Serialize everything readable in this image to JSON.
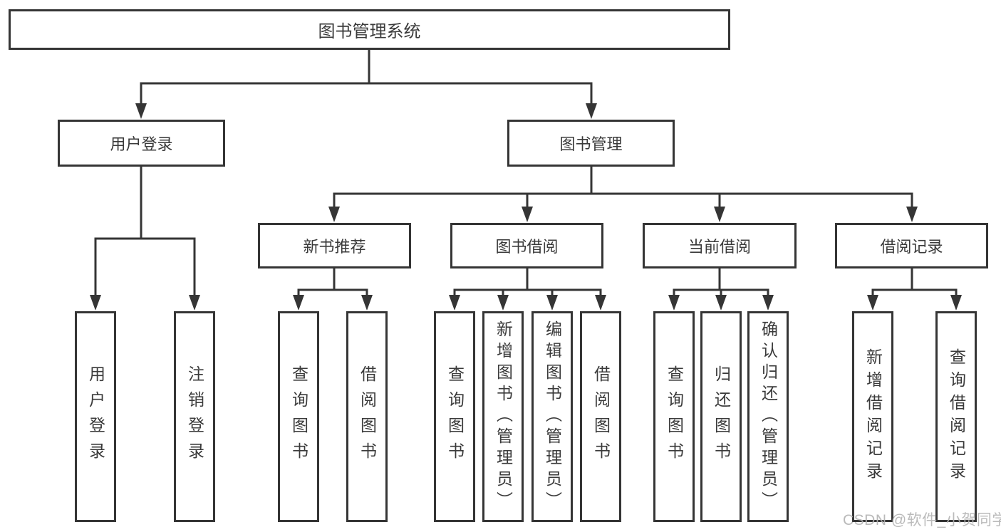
{
  "diagram_type": "hierarchy",
  "colors": {
    "line": "#353535",
    "text": "#3a3a3a",
    "background": "#ffffff",
    "watermark": "#b3b3b3"
  },
  "tree": {
    "label": "图书管理系统",
    "children": [
      {
        "label": "用户登录",
        "children": [
          {
            "label": "用户登录"
          },
          {
            "label": "注销登录"
          }
        ]
      },
      {
        "label": "图书管理",
        "children": [
          {
            "label": "新书推荐",
            "children": [
              {
                "label": "查询图书"
              },
              {
                "label": "借阅图书"
              }
            ]
          },
          {
            "label": "图书借阅",
            "children": [
              {
                "label": "查询图书"
              },
              {
                "label": "新增图书（管理员）"
              },
              {
                "label": "编辑图书（管理员）"
              },
              {
                "label": "借阅图书"
              }
            ]
          },
          {
            "label": "当前借阅",
            "children": [
              {
                "label": "查询图书"
              },
              {
                "label": "归还图书"
              },
              {
                "label": "确认归还（管理员）"
              }
            ]
          },
          {
            "label": "借阅记录",
            "children": [
              {
                "label": "新增借阅记录"
              },
              {
                "label": "查询借阅记录"
              }
            ]
          }
        ]
      }
    ]
  },
  "watermark": {
    "text": "CSDN @软件_小贺同学"
  }
}
